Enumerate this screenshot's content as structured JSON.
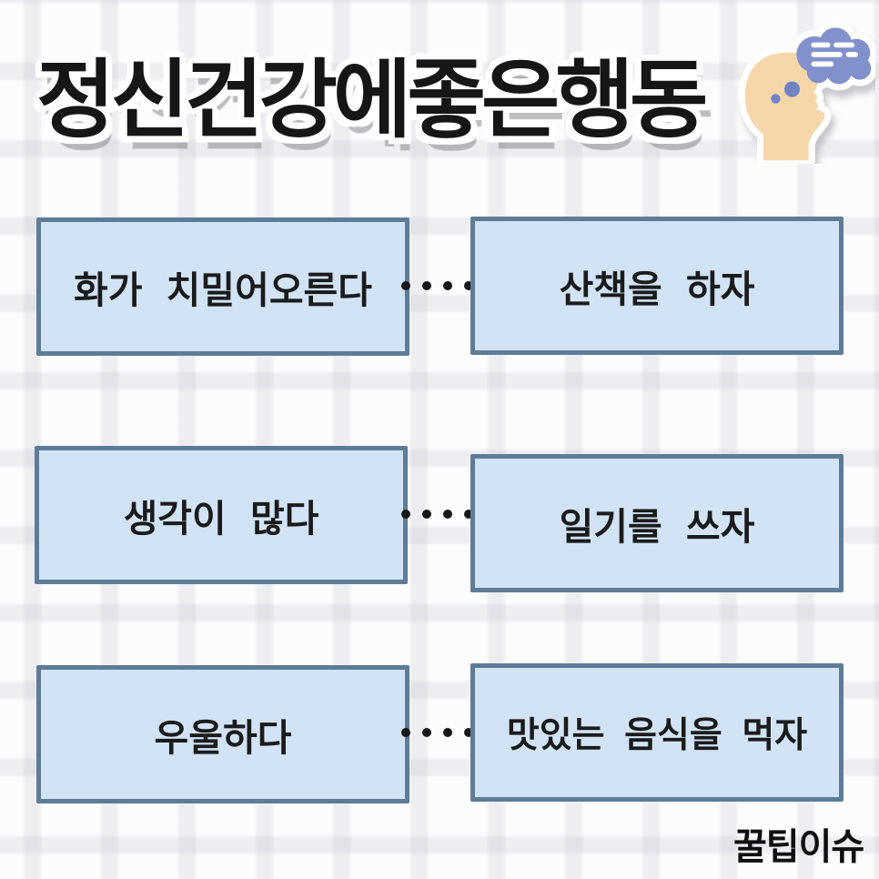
{
  "header": {
    "title": "정신건강에좋은행동",
    "icon": "head-profile-with-thought-cloud"
  },
  "pairs": [
    {
      "feeling": "화가 치밀어오른다",
      "action": "산책을 하자"
    },
    {
      "feeling": "생각이 많다",
      "action": "일기를 쓰자"
    },
    {
      "feeling": "우울하다",
      "action": "맛있는 음식을 먹자"
    }
  ],
  "connector": {
    "style": "dotted",
    "dots_per_connector": 4
  },
  "footer": {
    "watermark": "꿀팁이슈"
  },
  "colors": {
    "background": "#fcfcfd",
    "plaid_band": "#e9e9ec",
    "box_fill": "#d2e3f6",
    "box_border": "#5e7c97",
    "text": "#1b1b1b",
    "title_text": "#161616",
    "title_outline": "#ffffff",
    "cloud": "#8291cb",
    "face": "#f6d7ab",
    "face_dots": "#7384c5"
  }
}
